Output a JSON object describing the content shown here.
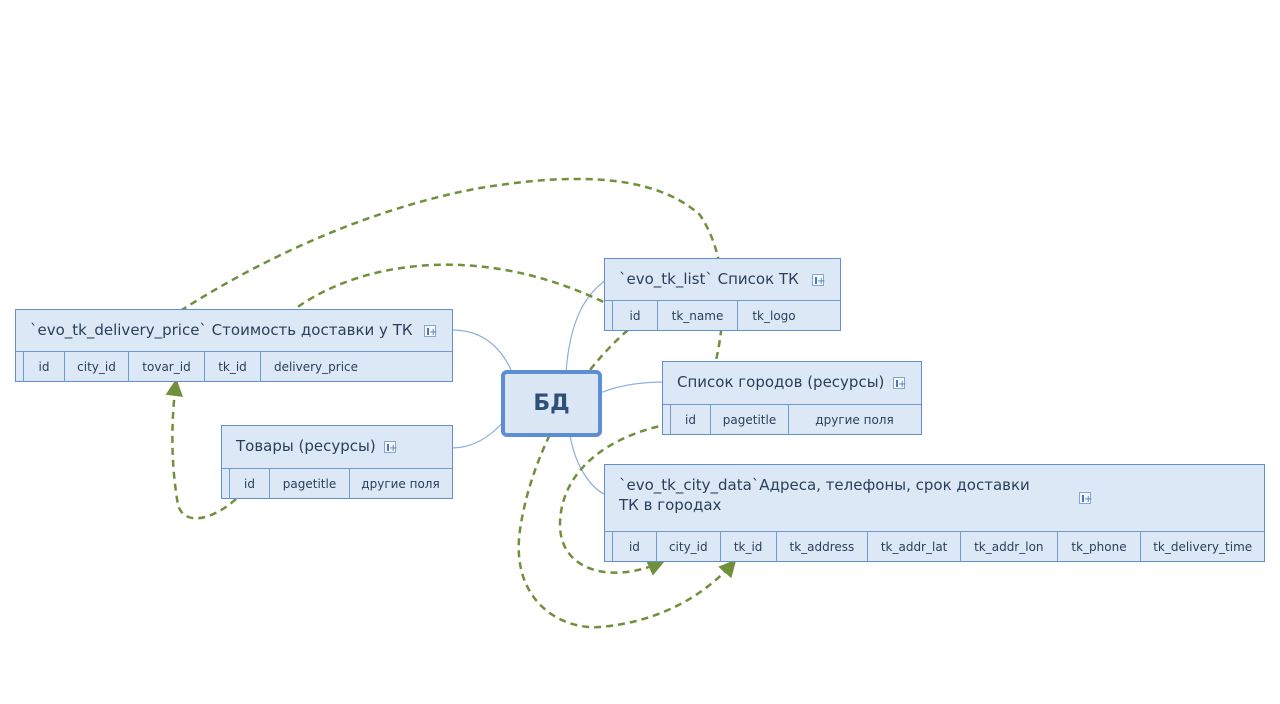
{
  "center": {
    "label": "БД"
  },
  "nodes": {
    "delivery_price": {
      "title": "`evo_tk_delivery_price` Стоимость доставки у ТК",
      "fields": [
        "id",
        "city_id",
        "tovar_id",
        "tk_id",
        "delivery_price"
      ]
    },
    "tk_list": {
      "title": "`evo_tk_list` Список ТК",
      "fields": [
        "id",
        "tk_name",
        "tk_logo"
      ]
    },
    "cities": {
      "title": "Список городов (ресурсы)",
      "fields": [
        "id",
        "pagetitle",
        "другие поля"
      ]
    },
    "goods": {
      "title": "Товары (ресурсы)",
      "fields": [
        "id",
        "pagetitle",
        "другие поля"
      ]
    },
    "city_data": {
      "title": "`evo_tk_city_data`Адреса, телефоны, срок доставки ТК в городах",
      "fields": [
        "id",
        "city_id",
        "tk_id",
        "tk_address",
        "tk_addr_lat",
        "tk_addr_lon",
        "tk_phone",
        "tk_delivery_time"
      ]
    }
  },
  "colors": {
    "link": "#70903c",
    "border": "#5f8fcc",
    "fill": "#dde8f6",
    "connector": "#8fb0d8"
  }
}
